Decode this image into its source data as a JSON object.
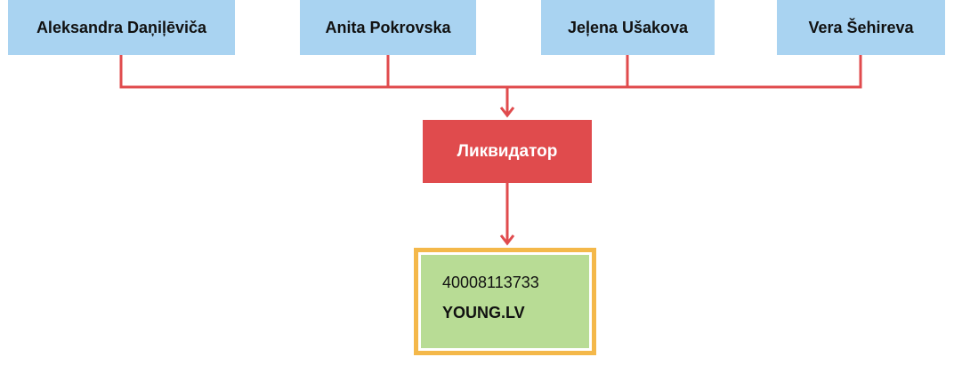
{
  "diagram": {
    "people": [
      {
        "name": "Aleksandra Daņiļēviča"
      },
      {
        "name": "Anita Pokrovska"
      },
      {
        "name": "Jeļena Ušakova"
      },
      {
        "name": "Vera Šehireva"
      }
    ],
    "role": {
      "label": "Ликвидатор"
    },
    "company": {
      "registration_number": "40008113733",
      "name": "YOUNG.LV"
    },
    "colors": {
      "person_box": "#a9d3f1",
      "role_box": "#e04b4d",
      "company_border": "#f4b84a",
      "company_fill": "#b8dc95",
      "connector": "#e04b4d"
    }
  }
}
